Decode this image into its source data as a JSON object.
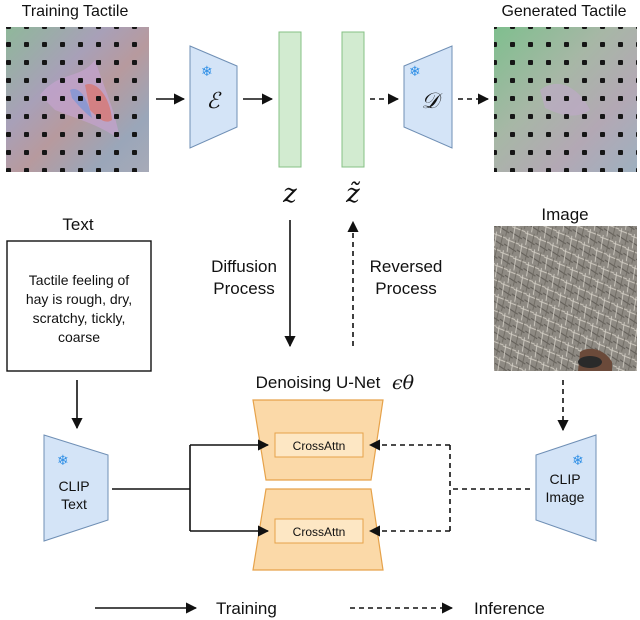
{
  "labels": {
    "training_tactile": "Training Tactile",
    "generated_tactile": "Generated Tactile",
    "text_title": "Text",
    "text_content": [
      "Tactile feeling of",
      "hay is rough, dry,",
      "scratchy, tickly,",
      "coarse"
    ],
    "image_title": "Image",
    "encoder_symbol": "ℰ",
    "decoder_symbol": "𝒟",
    "z": "z",
    "z_tilde": "z̃",
    "diffusion_process": [
      "Diffusion",
      "Process"
    ],
    "reversed_process": [
      "Reversed",
      "Process"
    ],
    "unet_title": "Denoising U-Net",
    "unet_symbol": "ϵθ",
    "crossattn_top": "CrossAttn",
    "crossattn_bottom": "CrossAttn",
    "clip_text": [
      "CLIP",
      "Text"
    ],
    "clip_image": [
      "CLIP",
      "Image"
    ],
    "legend_training": "Training",
    "legend_inference": "Inference",
    "frozen_icon": "❄"
  },
  "colors": {
    "encoder_fill": "#d4e4f7",
    "encoder_stroke": "#6f8fb5",
    "latent_fill": "#d2ebd0",
    "latent_stroke": "#86c084",
    "unet_fill": "#fbd9a8",
    "unet_stroke": "#e6a24a",
    "crossattn_fill": "#fde7c4",
    "snow": "#2f8fe6",
    "arrow": "#111111"
  }
}
